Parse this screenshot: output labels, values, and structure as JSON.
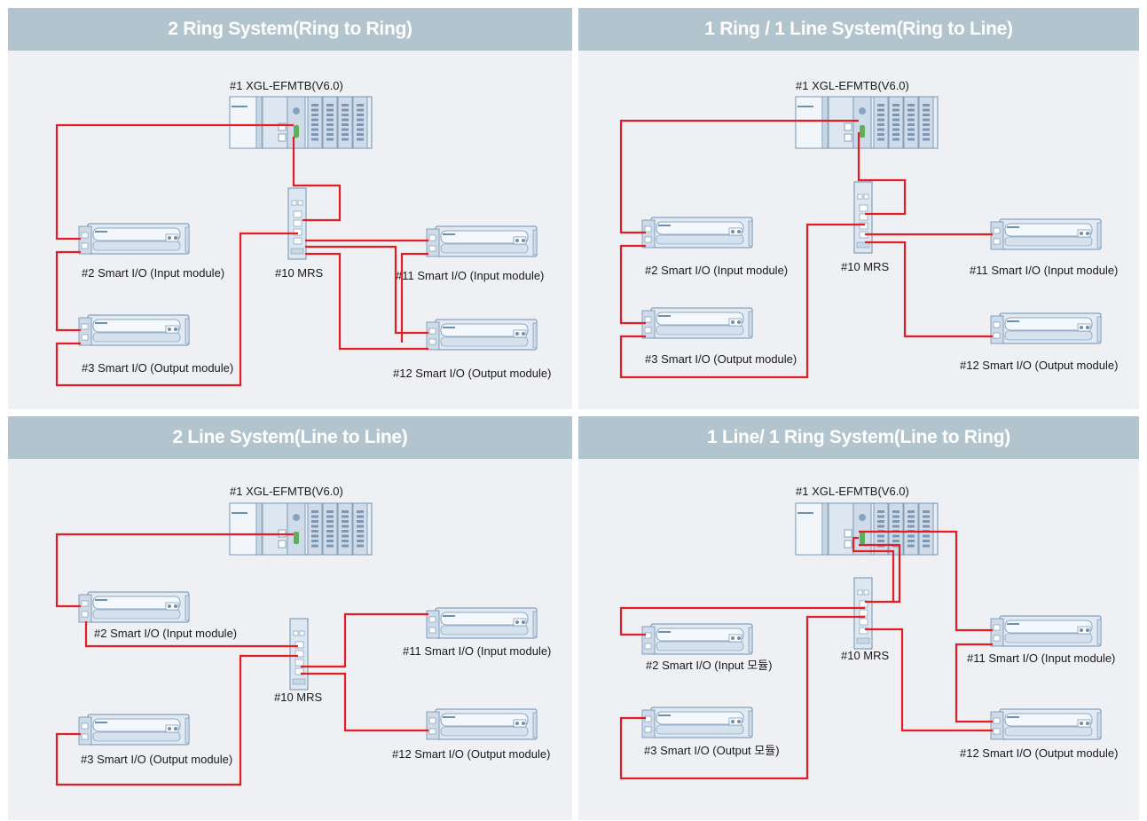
{
  "colors": {
    "header_bg": "#b2c4cd",
    "panel_bg": "#eef0f4",
    "wire": "#e31d23",
    "device_face": "#dde7f1",
    "device_edge": "#6d8fb0"
  },
  "panels": [
    {
      "title": "2 Ring System(Ring to Ring)",
      "labels": {
        "plc": "#1  XGL-EFMTB(V6.0)",
        "n2": "#2  Smart I/O (Input module)",
        "n3": "#3  Smart I/O (Output module)",
        "mrs": "#10  MRS",
        "n11": "#11  Smart I/O (Input module)",
        "n12": "#12  Smart I/O (Output module)"
      }
    },
    {
      "title": "1 Ring / 1 Line System(Ring to Line)",
      "labels": {
        "plc": "#1  XGL-EFMTB(V6.0)",
        "n2": "#2  Smart I/O (Input module)",
        "n3": "#3  Smart I/O (Output module)",
        "mrs": "#10  MRS",
        "n11": "#11  Smart I/O (Input module)",
        "n12": "#12  Smart I/O (Output module)"
      }
    },
    {
      "title": "2 Line System(Line to Line)",
      "labels": {
        "plc": "#1  XGL-EFMTB(V6.0)",
        "n2": "#2  Smart I/O (Input module)",
        "n3": "#3  Smart I/O (Output module)",
        "mrs": "#10  MRS",
        "n11": "#11  Smart I/O (Input module)",
        "n12": "#12  Smart I/O (Output module)"
      }
    },
    {
      "title": "1 Line/ 1 Ring System(Line to Ring)",
      "labels": {
        "plc": "#1  XGL-EFMTB(V6.0)",
        "n2": "#2  Smart I/O (Input 모듈)",
        "n3": "#3  Smart I/O (Output 모듈)",
        "mrs": "#10  MRS",
        "n11": "#11  Smart I/O (Input module)",
        "n12": "#12  Smart I/O (Output module)"
      }
    }
  ]
}
